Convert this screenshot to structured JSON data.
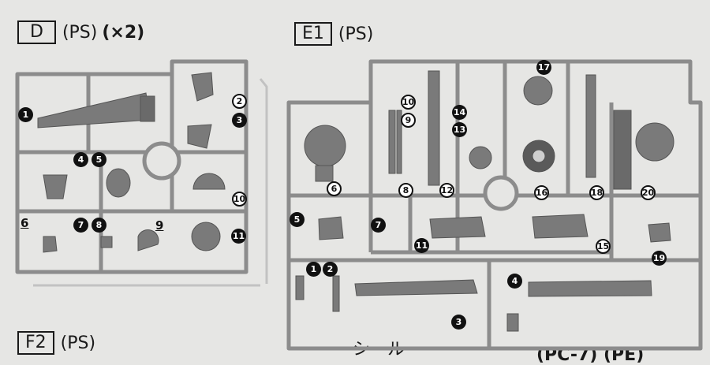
{
  "runners": {
    "d": {
      "code": "D",
      "material": "(PS)",
      "multiplier": "(×2)"
    },
    "e1": {
      "code": "E1",
      "material": "(PS)"
    },
    "f2": {
      "code": "F2",
      "material": "(PS)"
    }
  },
  "seal_label": "シール",
  "bottom_right_text": "(PC-7) (PE)",
  "d_parts": [
    {
      "n": "1",
      "style": "filled"
    },
    {
      "n": "2",
      "style": "outline"
    },
    {
      "n": "3",
      "style": "filled"
    },
    {
      "n": "4",
      "style": "filled"
    },
    {
      "n": "5",
      "style": "filled"
    },
    {
      "n": "10",
      "style": "outline"
    },
    {
      "n": "6",
      "style": "plain"
    },
    {
      "n": "7",
      "style": "filled"
    },
    {
      "n": "8",
      "style": "filled"
    },
    {
      "n": "9",
      "style": "plain"
    },
    {
      "n": "11",
      "style": "filled"
    }
  ],
  "e1_parts": [
    {
      "n": "10",
      "style": "outline"
    },
    {
      "n": "9",
      "style": "outline"
    },
    {
      "n": "8",
      "style": "outline"
    },
    {
      "n": "14",
      "style": "filled"
    },
    {
      "n": "13",
      "style": "filled"
    },
    {
      "n": "12",
      "style": "outline"
    },
    {
      "n": "17",
      "style": "filled"
    },
    {
      "n": "16",
      "style": "outline"
    },
    {
      "n": "18",
      "style": "outline"
    },
    {
      "n": "20",
      "style": "outline"
    },
    {
      "n": "6",
      "style": "outline"
    },
    {
      "n": "5",
      "style": "filled"
    },
    {
      "n": "7",
      "style": "filled"
    },
    {
      "n": "11",
      "style": "filled"
    },
    {
      "n": "15",
      "style": "outline"
    },
    {
      "n": "19",
      "style": "filled"
    },
    {
      "n": "1",
      "style": "filled"
    },
    {
      "n": "2",
      "style": "filled"
    },
    {
      "n": "4",
      "style": "filled"
    },
    {
      "n": "3",
      "style": "filled"
    }
  ]
}
